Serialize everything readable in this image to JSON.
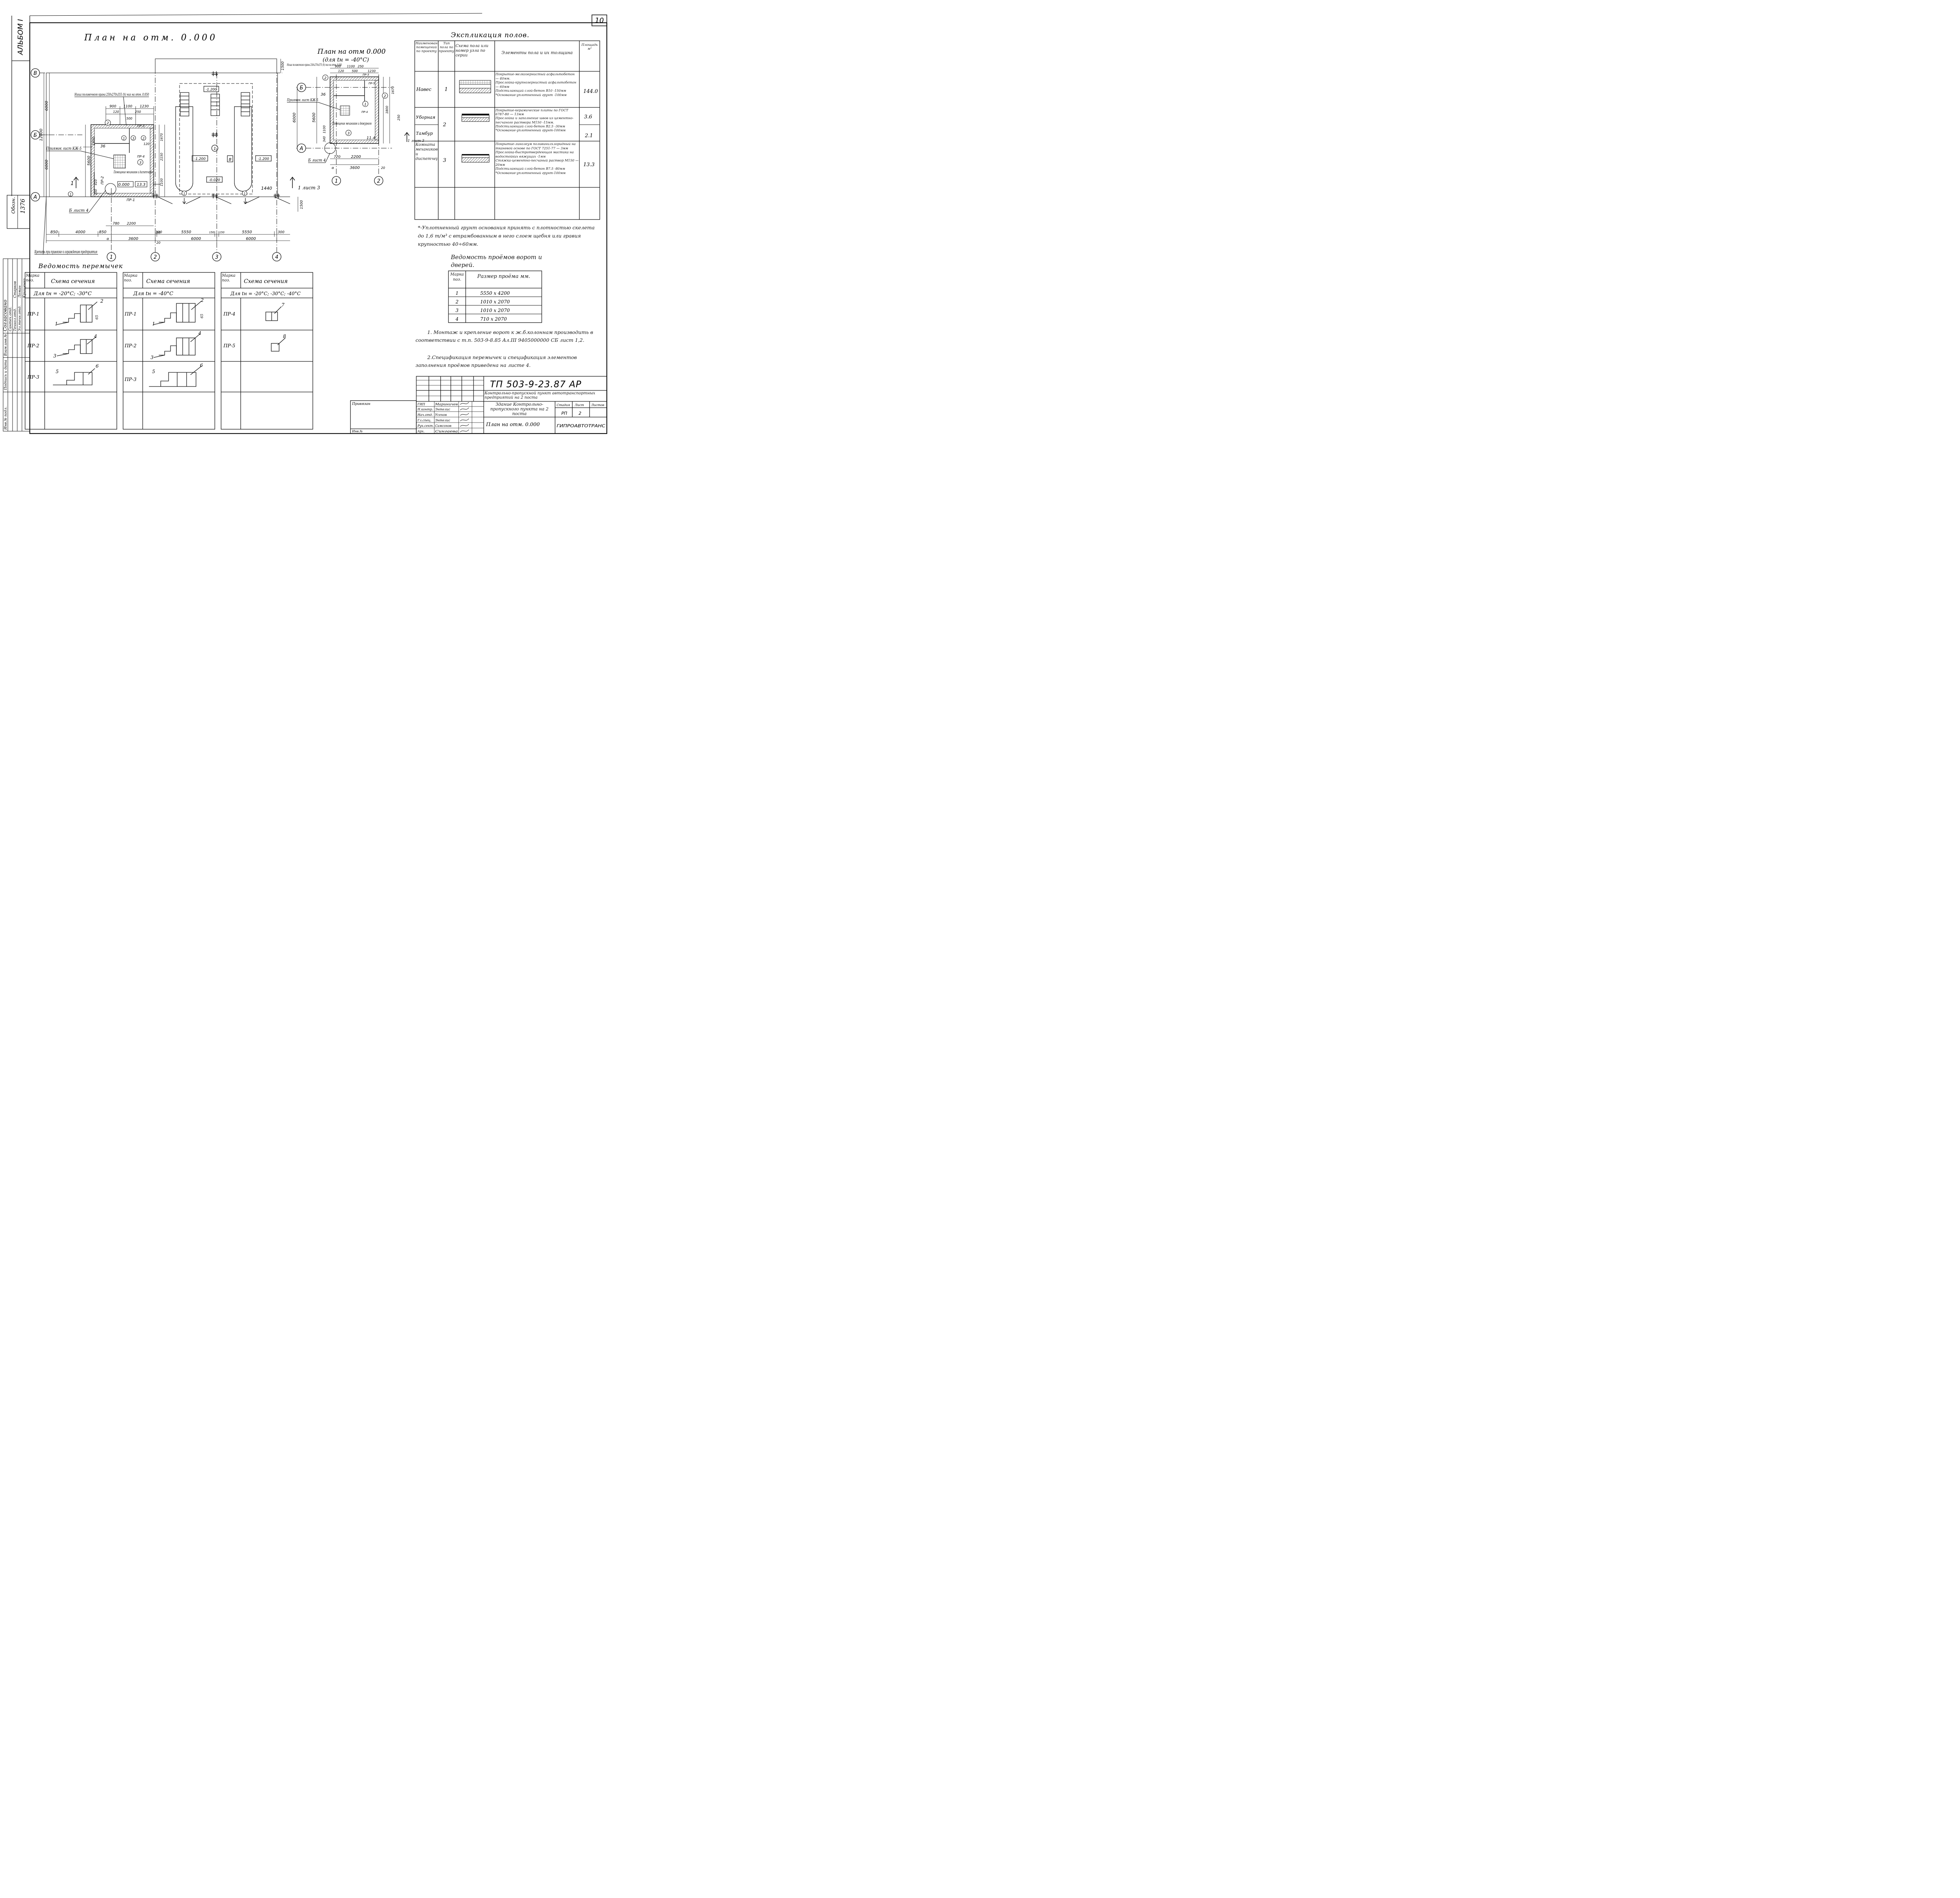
{
  "sheet": {
    "number": "10",
    "album": "АЛЬБОМ I",
    "inv": "1376",
    "inv_label": "Обозн.",
    "doc_code": "ТП 503-9-23.87 АР",
    "project_title": "Контрольно-пропускной пункт автотранспортных предприятий на 2 поста",
    "building": "Здание Контрольно-пропускного пункта на 2 поста",
    "drawing_title": "План на отм. 0.000",
    "stage": "РП",
    "sheet_no": "2",
    "stage_hdr": "Стадия",
    "sheet_hdr": "Лист",
    "sheets_hdr": "Листов",
    "org": "ГИПРОАВТОТРАНС",
    "tie_label": "Привязан",
    "inv_no_label": "Инв.№",
    "roles": [
      "ГИП",
      "Н.контр.",
      "Нач.отд.",
      "Гл.спец.",
      "Рук.сект.",
      "Арх."
    ],
    "names": [
      "Мариничев",
      "Энтелис",
      "Усенов",
      "Энтелис",
      "Самсонов",
      "Сингаева"
    ],
    "approvals": [
      "Согласовано",
      "Сантех.отд.",
      "Технол.отд.",
      "Эл.техн.отд."
    ],
    "approval_names": [
      "Старков",
      "Ломан",
      "Крищенко"
    ],
    "margin_labels": [
      "Взам.инв.№",
      "Подпись и дата",
      "Инв.№ подл."
    ]
  },
  "plan_main": {
    "title": "План на отм. 0.000",
    "axes_letters": [
      "А",
      "Б",
      "В"
    ],
    "axes_numbers": [
      "1",
      "2",
      "3",
      "4"
    ],
    "dims_bottom_1": [
      "850",
      "4000",
      "850",
      "780",
      "2200",
      "300",
      "5550",
      "150",
      "150",
      "5550",
      "300"
    ],
    "dims_bottom_2": [
      "3600",
      "6000",
      "6000"
    ],
    "axis_marks": [
      "α",
      "20",
      "30"
    ],
    "dims_left": [
      "6000",
      "6000",
      "12000"
    ],
    "dims_room_left": [
      "1800",
      "5600",
      "36",
      "410",
      "150",
      "ПР-2",
      "ПР-1"
    ],
    "dims_top": [
      "900",
      "1100",
      "1230",
      "120",
      "250",
      "500"
    ],
    "dims_right": [
      "1500",
      "1500",
      "1670",
      "1100",
      "2150",
      "ПР-3",
      "ПР-4",
      "120"
    ],
    "niche": "Ниша поливочного крана 250x270x355 (h) низ на отм. 0.050",
    "pit": "Приямок лист КЖ-5",
    "room": "Помещение механиков и диспетчеров",
    "level_box": "0.000",
    "area_box": "13.3",
    "levels": [
      "-1.200",
      "-1.200",
      "-1.200",
      "-0.020",
      "1440",
      "В"
    ],
    "room_marks": [
      "1",
      "2",
      "3",
      "1",
      "2",
      "3"
    ],
    "section": "1 лист 3",
    "callout": "Б лист 4",
    "door_marks": [
      "1",
      "1",
      "1"
    ],
    "note": "Крепить при привязке к ограждению предприятия"
  },
  "plan_small": {
    "title": "План на отм 0.000",
    "subtitle": "(для tн = -40°С)",
    "niche": "Ниша поливочного крана 250x270x375 (h) низ на отм. 0.050",
    "pit": "Приямок лист КЖ-5",
    "room": "Помещение механиков и дежурного",
    "axes_letters": [
      "Б",
      "А"
    ],
    "axes_numbers": [
      "1",
      "2"
    ],
    "dims_bottom": [
      "770",
      "2200",
      "3600",
      "α",
      "20"
    ],
    "dims_top": [
      "900",
      "1100",
      "250",
      "1230",
      "500",
      "120"
    ],
    "dims_side": [
      "6000",
      "5600",
      "1100",
      "1670",
      "1800",
      "250",
      "36",
      "11.4",
      "340"
    ],
    "marks": [
      "2",
      "3",
      "1",
      "2",
      "ПР-3",
      "ПР-4",
      "ПР-5"
    ],
    "section": "1 лист 3",
    "callout": "Б лист 4"
  },
  "floors": {
    "title": "Экспликация полов.",
    "headers": [
      "Наименование помещений по проекту",
      "Тип пола по проекту",
      "Схема пола или номер узла по серии",
      "Элементы пола и их толщина",
      "Площадь м²"
    ],
    "rows": [
      {
        "room": "Навес",
        "type": "1",
        "area": "144.0",
        "elements": [
          "Покрытие-мелкозернистый асфальтобетон — 40мм.",
          "Прослойка-крупнозернистый асфальтобетон — 60мм",
          "Подстилающий слой-бетон В10 -150мм",
          "*Основание-уплотненный грунт -100мм"
        ]
      },
      {
        "room": "Уборная",
        "type": "2",
        "area": "3.6",
        "elements": [
          "Покрытие-керамические плиты по ГОСТ 6787-80 — 13мм",
          "Прослойка и заполнение швов из цементно-песчаного раствора М150 -15мм.",
          "Подстилающий слой-бетон В2.5 -30мм",
          "*Основание-уплотненный грунт-100мм"
        ]
      },
      {
        "room": "Тамбур",
        "type": "",
        "area": "2.1",
        "elements": []
      },
      {
        "room": "Комната механиков и диспетчеров",
        "type": "3",
        "area": "13.3",
        "elements": [
          "Покрытие-линолеум поливинилхлоридный на тканевой основе по ГОСТ 7251-77 — 3мм",
          "Прослойка-быстротвердеющая мастика на водостойких вяжущих -1мм",
          "Стяжка-цементно-песчаный раствор М150 — 20мм",
          "Подстилающий слой-бетон В7.5 -80мм",
          "*Основание-уплотненный грунт-100мм"
        ]
      }
    ],
    "footnote": "*-Уплотненный грунт основания принять с плотностью скелета до 1,6 т/м³ с втрамбованным в него слоем щебня или гравия крупностью 40÷60мм."
  },
  "openings": {
    "title": "Ведомость проёмов ворот и дверей.",
    "headers": [
      "Марка поз.",
      "Размер проёма мм."
    ],
    "rows": [
      {
        "mark": "1",
        "size": "5550 x 4200"
      },
      {
        "mark": "2",
        "size": "1010 x 2070"
      },
      {
        "mark": "3",
        "size": "1010 x 2070"
      },
      {
        "mark": "4",
        "size": "710 x 2070"
      }
    ]
  },
  "notes": [
    "1. Монтаж и крепление ворот к ж.б.колоннам производить в соответствии с т.п. 503-9-8.85 Ал.III 9405000000 СБ лист 1,2.",
    "2.Спецификация перемычек и спецификация элементов заполнения проёмов приведена на листе 4."
  ],
  "lintels": {
    "title": "Ведомость перемычек",
    "col_mark": "Марка поз.",
    "col_scheme": "Схема сечения",
    "groups": [
      {
        "cond": "Для tн = -20°С; -30°С",
        "marks": [
          "ПР-1",
          "ПР-2",
          "ПР-3"
        ],
        "labels": [
          "1",
          "2",
          "3",
          "4",
          "5",
          "6"
        ],
        "dim": "65"
      },
      {
        "cond": "Для tн = -40°С",
        "marks": [
          "ПР-1",
          "ПР-2",
          "ПР-3"
        ],
        "labels": [
          "1",
          "2",
          "3",
          "4",
          "5",
          "6"
        ],
        "dim": "65"
      },
      {
        "cond": "Для tн = -20°С; -30°С; -40°С",
        "marks": [
          "ПР-4",
          "ПР-5"
        ],
        "labels": [
          "7",
          "8"
        ],
        "dim": ""
      }
    ]
  }
}
